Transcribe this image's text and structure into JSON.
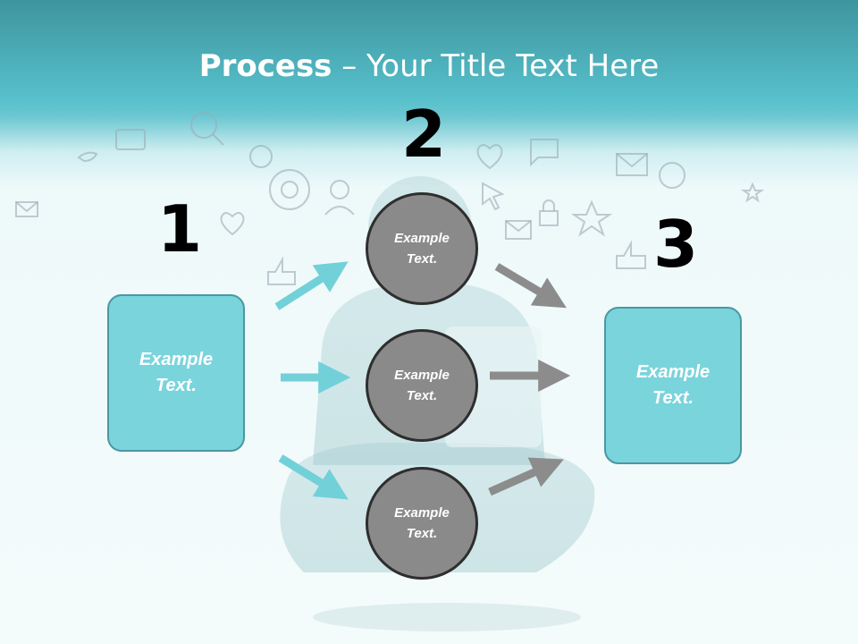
{
  "slide": {
    "title_bold": "Process",
    "title_rest": " – Your Title Text Here"
  },
  "steps": [
    {
      "number": "1"
    },
    {
      "number": "2"
    },
    {
      "number": "3"
    }
  ],
  "input_box": {
    "text": "Example Text."
  },
  "output_box": {
    "text": "Example Text."
  },
  "circles": [
    {
      "text": "Example Text."
    },
    {
      "text": "Example Text."
    },
    {
      "text": "Example Text."
    }
  ],
  "colors": {
    "header_teal": "#56c0cb",
    "box_fill": "#7ad4dc",
    "box_border": "#4a98a2",
    "circle_fill": "#8a8a8a",
    "circle_border": "#2e2e2e",
    "arrow_in": "#72d0d9",
    "arrow_out": "#8c8c8c"
  },
  "background_icons": [
    "envelope-icon",
    "play-icon",
    "music-icon",
    "magnifier-icon",
    "bird-icon",
    "at-sign-icon",
    "user-icon",
    "heart-icon",
    "rss-icon",
    "lock-icon",
    "star-icon",
    "speech-bubble-icon",
    "thumbs-up-icon",
    "cursor-icon",
    "smiley-icon",
    "chart-icon"
  ]
}
